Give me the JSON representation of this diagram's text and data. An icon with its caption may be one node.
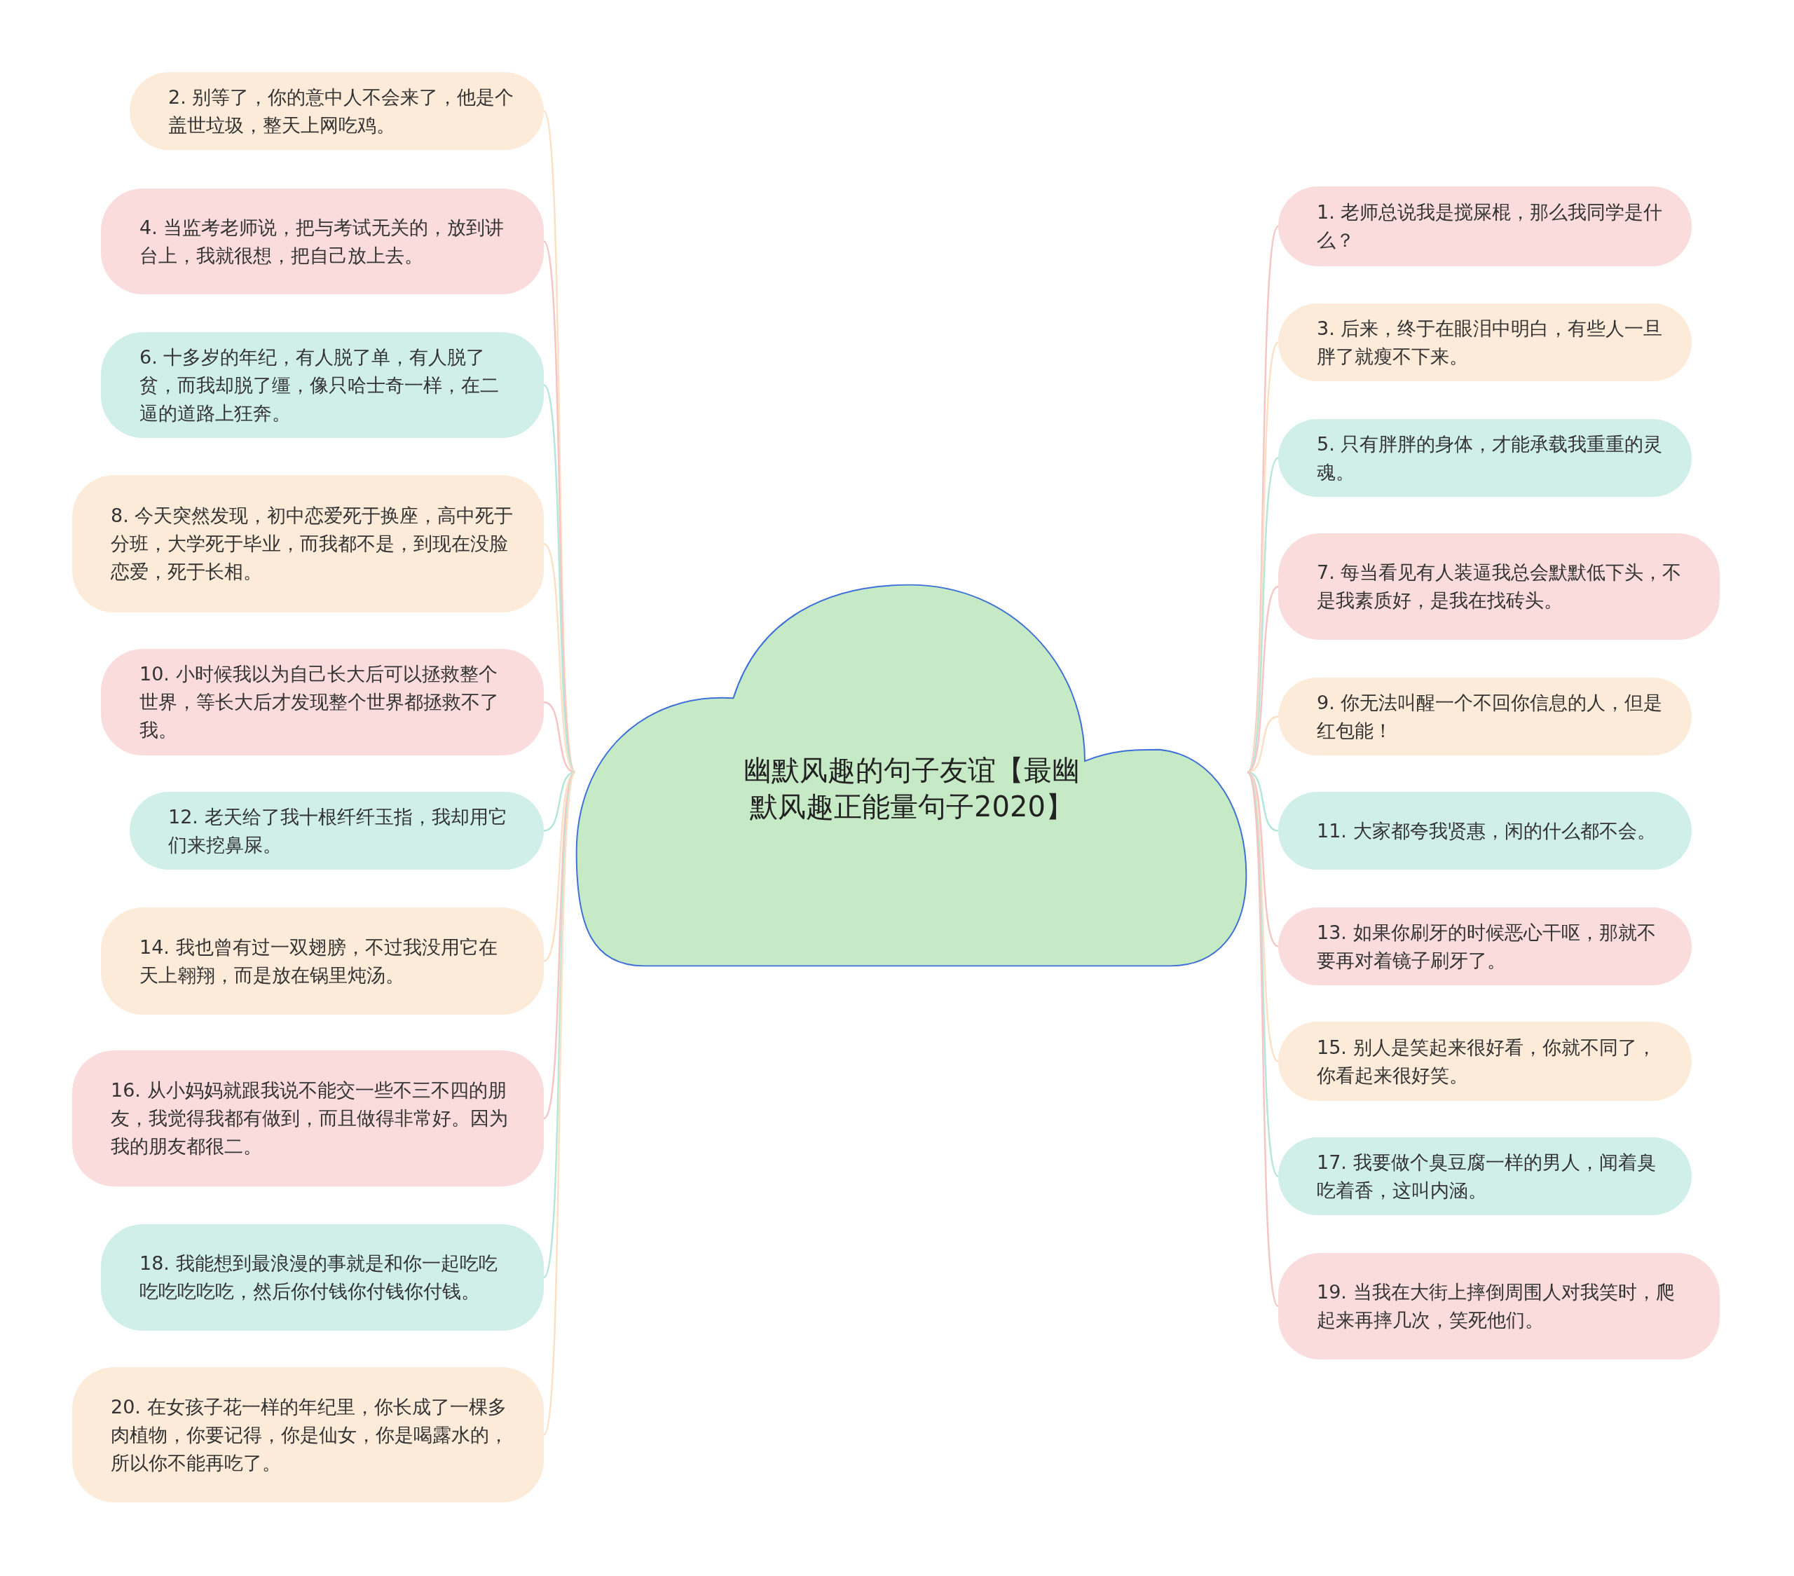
{
  "diagram": {
    "nodes": [
      {
        "text": [
          "幽默风趣的句子友谊【最幽默风趣正能量句子2020】"
        ]
      },
      {
        "text": [
          "2. 别等了，你的意中人不会来了，他是个盖世垃圾，整天上网吃鸡。"
        ]
      },
      {
        "text": [
          "4. 当监考老师说，把与考试无关的，放到讲台上，我就很想，把自己放上去。"
        ]
      },
      {
        "text": [
          "6. 十多岁的年纪，有人脱了单，有人脱了贫，而我却脱了缰，像只哈士奇一样，在二逼的道路上狂奔。"
        ]
      },
      {
        "text": [
          "8. 今天突然发现，初中恋爱死于换座，高中死于分班，大学死于毕业，而我都不是，到现在没脸恋爱，死于长相。"
        ]
      },
      {
        "text": [
          "10. 小时候我以为自己长大后可以拯救整个世界，等长大后才发现整个世界都拯救不了我。"
        ]
      },
      {
        "text": [
          "12. 老天给了我十根纤纤玉指，我却用它们来挖鼻屎。"
        ]
      },
      {
        "text": [
          "14. 我也曾有过一双翅膀，不过我没用它在天上翱翔，而是放在锅里炖汤。"
        ]
      },
      {
        "text": [
          "16. 从小妈妈就跟我说不能交一些不三不四的朋友，我觉得我都有做到，而且做得非常好。因为我的朋友都很二。"
        ]
      },
      {
        "text": [
          "18. 我能想到最浪漫的事就是和你一起吃吃吃吃吃吃吃，然后你付钱你付钱你付钱。"
        ]
      },
      {
        "text": [
          "20. 在女孩子花一样的年纪里，你长成了一棵多肉植物，你要记得，你是仙女，你是喝露水的，所以你不能再吃了。"
        ]
      },
      {
        "text": [
          "1. 老师总说我是搅屎棍，那么我同学是什么？"
        ]
      },
      {
        "text": [
          "3. 后来，终于在眼泪中明白，有些人一旦胖了就瘦不下来。"
        ]
      },
      {
        "text": [
          "5. 只有胖胖的身体，才能承载我重重的灵魂。"
        ]
      },
      {
        "text": [
          "7. 每当看见有人装逼我总会默默低下头，不是我素质好，是我在找砖头。"
        ]
      },
      {
        "text": [
          "9. 你无法叫醒一个不回你信息的人，但是红包能！"
        ]
      },
      {
        "text": [
          "11. 大家都夸我贤惠，闲的什么都不会。"
        ]
      },
      {
        "text": [
          "13. 如果你刷牙的时候恶心干呕，那就不要再对着镜子刷牙了。"
        ]
      },
      {
        "text": [
          "15. 别人是笑起来很好看，你就不同了，你看起来很好笑。"
        ]
      },
      {
        "text": [
          "17. 我要做个臭豆腐一样的男人，闻着臭吃着香，这叫内涵。"
        ]
      },
      {
        "text": [
          "19. 当我在大街上摔倒周围人对我笑时，爬起来再摔几次，笑死他们。"
        ]
      }
    ],
    "edges": [
      {
        "from": 0,
        "to": 1,
        "arrow": "none",
        "color": "#fbe0c4"
      },
      {
        "from": 0,
        "to": 2,
        "arrow": "none",
        "color": "#f7c4c4"
      },
      {
        "from": 0,
        "to": 3,
        "arrow": "none",
        "color": "#b5e6dc"
      },
      {
        "from": 0,
        "to": 4,
        "arrow": "none",
        "color": "#fbe0c4"
      },
      {
        "from": 0,
        "to": 5,
        "arrow": "none",
        "color": "#f7c4c4"
      },
      {
        "from": 0,
        "to": 6,
        "arrow": "none",
        "color": "#b5e6dc"
      },
      {
        "from": 0,
        "to": 7,
        "arrow": "none",
        "color": "#fbe0c4"
      },
      {
        "from": 0,
        "to": 8,
        "arrow": "none",
        "color": "#f7c4c4"
      },
      {
        "from": 0,
        "to": 9,
        "arrow": "none",
        "color": "#b5e6dc"
      },
      {
        "from": 0,
        "to": 10,
        "arrow": "none",
        "color": "#fbe0c4"
      },
      {
        "from": 0,
        "to": 11,
        "arrow": "none",
        "color": "#f7c4c4"
      },
      {
        "from": 0,
        "to": 12,
        "arrow": "none",
        "color": "#fbe0c4"
      },
      {
        "from": 0,
        "to": 13,
        "arrow": "none",
        "color": "#b5e6dc"
      },
      {
        "from": 0,
        "to": 14,
        "arrow": "none",
        "color": "#f7c4c4"
      },
      {
        "from": 0,
        "to": 15,
        "arrow": "none",
        "color": "#fbe0c4"
      },
      {
        "from": 0,
        "to": 16,
        "arrow": "none",
        "color": "#b5e6dc"
      },
      {
        "from": 0,
        "to": 17,
        "arrow": "none",
        "color": "#f7c4c4"
      },
      {
        "from": 0,
        "to": 18,
        "arrow": "none",
        "color": "#fbe0c4"
      },
      {
        "from": 0,
        "to": 19,
        "arrow": "none",
        "color": "#b5e6dc"
      },
      {
        "from": 0,
        "to": 20,
        "arrow": "none",
        "color": "#f7c4c4"
      }
    ]
  }
}
